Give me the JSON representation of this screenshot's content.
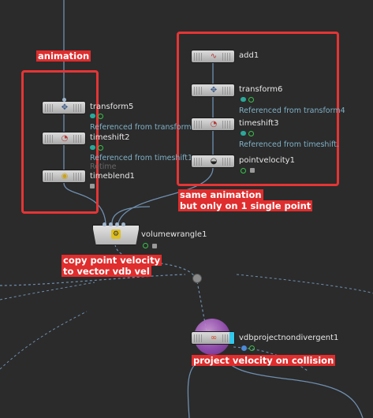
{
  "nodes": {
    "transform5": {
      "name": "transform5",
      "ref": "Referenced from transform"
    },
    "timeshift2": {
      "name": "timeshift2",
      "ref": "Referenced from timeshift1"
    },
    "timeblend1": {
      "name": "timeblend1",
      "sub": "Retime"
    },
    "add1": {
      "name": "add1"
    },
    "transform6": {
      "name": "transform6",
      "ref": "Referenced from transform4"
    },
    "timeshift3": {
      "name": "timeshift3",
      "ref": "Referenced from timeshift."
    },
    "pointvelocity1": {
      "name": "pointvelocity1"
    },
    "volumewrangle1": {
      "name": "volumewrangle1"
    },
    "vdbprojectnondivergent1": {
      "name": "vdbprojectnondivergent1"
    }
  },
  "annotations": {
    "animation": "animation",
    "same_animation_line1": "same animation",
    "same_animation_line2": "but only on 1 single point",
    "copy_line1": "copy point velocity",
    "copy_line2": "to vector vdb vel",
    "project": "project velocity on collision"
  },
  "icons": {
    "transform": "transform-arrows-icon",
    "timeshift": "clock-icon",
    "timeblend": "timer-icon",
    "add": "curve-icon",
    "pointvelocity": "velocity-icon",
    "wrangle": "wrangle-icon",
    "vdbproject": "vdb-project-icon"
  },
  "colors": {
    "background": "#2b2b2b",
    "wire": "#6f8fb0",
    "annotation": "#e02d2d",
    "reference_text": "#7fb1c7"
  }
}
